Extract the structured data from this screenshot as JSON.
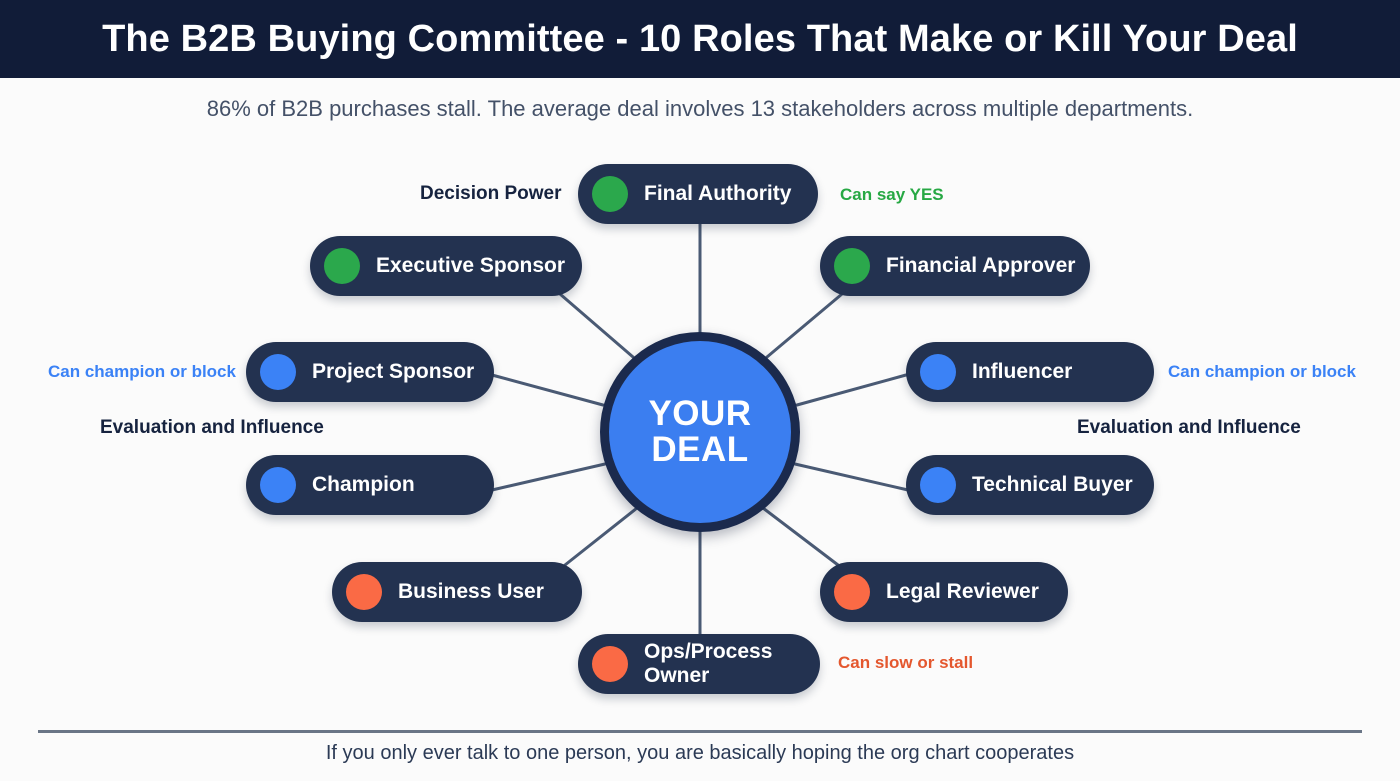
{
  "header": {
    "title": "The B2B Buying Committee - 10 Roles That Make or Kill Your Deal",
    "background_color": "#111c38"
  },
  "subtitle": "86% of B2B purchases stall. The average deal involves 13 stakeholders across multiple departments.",
  "hub": {
    "line1": "YOUR",
    "line2": "DEAL",
    "fill_color": "#3b7ef0",
    "ring_color": "#1b2a4d"
  },
  "legend_colors": {
    "green": "#2BA84C",
    "blue": "#3b82f6",
    "orange": "#FA6A45",
    "pill": "#233250",
    "connector": "#4a5a74"
  },
  "roles": [
    {
      "label": "Final Authority",
      "dot": "green",
      "category": "decision-power"
    },
    {
      "label": "Executive Sponsor",
      "dot": "green",
      "category": "decision-power"
    },
    {
      "label": "Financial Approver",
      "dot": "green",
      "category": "decision-power"
    },
    {
      "label": "Project Sponsor",
      "dot": "blue",
      "category": "evaluation-influence"
    },
    {
      "label": "Influencer",
      "dot": "blue",
      "category": "evaluation-influence"
    },
    {
      "label": "Champion",
      "dot": "blue",
      "category": "evaluation-influence"
    },
    {
      "label": "Technical Buyer",
      "dot": "blue",
      "category": "evaluation-influence"
    },
    {
      "label": "Business User",
      "dot": "orange",
      "category": "friction"
    },
    {
      "label": "Legal Reviewer",
      "dot": "orange",
      "category": "friction"
    },
    {
      "label": "Ops/Process Owner",
      "dot": "orange",
      "category": "friction"
    }
  ],
  "annotations": {
    "decision_power": "Decision Power",
    "can_say_yes": "Can say YES",
    "champion_block_left": "Can champion or block",
    "champion_block_right": "Can champion or block",
    "evaluation_left": "Evaluation and Influence",
    "evaluation_right": "Evaluation and Influence",
    "can_slow_or_stall": "Can slow or stall"
  },
  "footer": {
    "text": "If you only ever talk to one person, you are basically hoping the org chart cooperates"
  }
}
